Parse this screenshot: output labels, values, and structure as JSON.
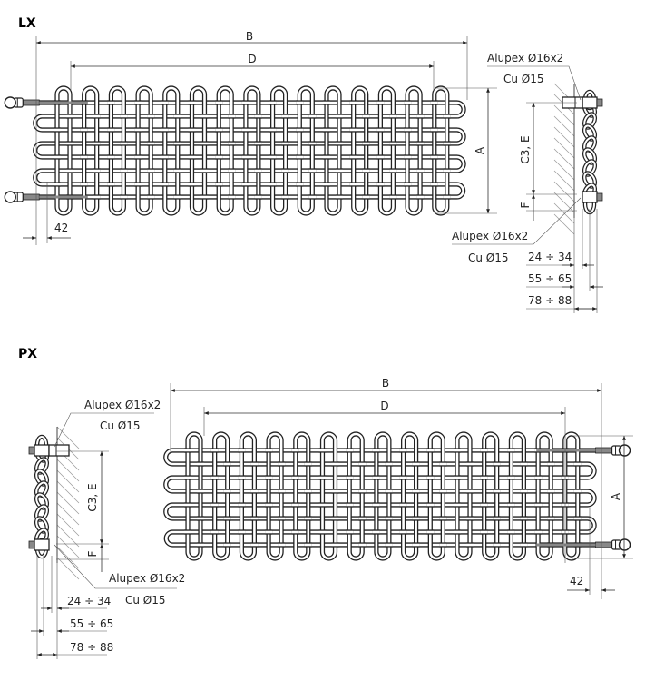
{
  "sections": [
    {
      "title": "LX",
      "front_view": {
        "dim_b": "B",
        "dim_d": "D",
        "dim_a": "A",
        "dim_offset": "42"
      },
      "side_view": {
        "dim_c3e": "C3, E",
        "dim_f": "F",
        "top_connection": {
          "alupex": "Alupex Ø16x2",
          "cu": "Cu Ø15"
        },
        "bottom_connection": {
          "alupex": "Alupex Ø16x2",
          "cu": "Cu Ø15"
        },
        "depths": [
          "24 ÷ 34",
          "55 ÷ 65",
          "78 ÷ 88"
        ]
      }
    },
    {
      "title": "PX",
      "front_view": {
        "dim_b": "B",
        "dim_d": "D",
        "dim_a": "A",
        "dim_offset": "42"
      },
      "side_view": {
        "dim_c3e": "C3, E",
        "dim_f": "F",
        "top_connection": {
          "alupex": "Alupex Ø16x2",
          "cu": "Cu Ø15"
        },
        "bottom_connection": {
          "alupex": "Alupex Ø16x2",
          "cu": "Cu Ø15"
        },
        "depths": [
          "24 ÷ 34",
          "55 ÷ 65",
          "78 ÷ 88"
        ]
      }
    }
  ],
  "radiator": {
    "vertical_loops": 15,
    "horizontal_passes": 8,
    "tube_color": "#222222",
    "valve_color": "#888888"
  }
}
